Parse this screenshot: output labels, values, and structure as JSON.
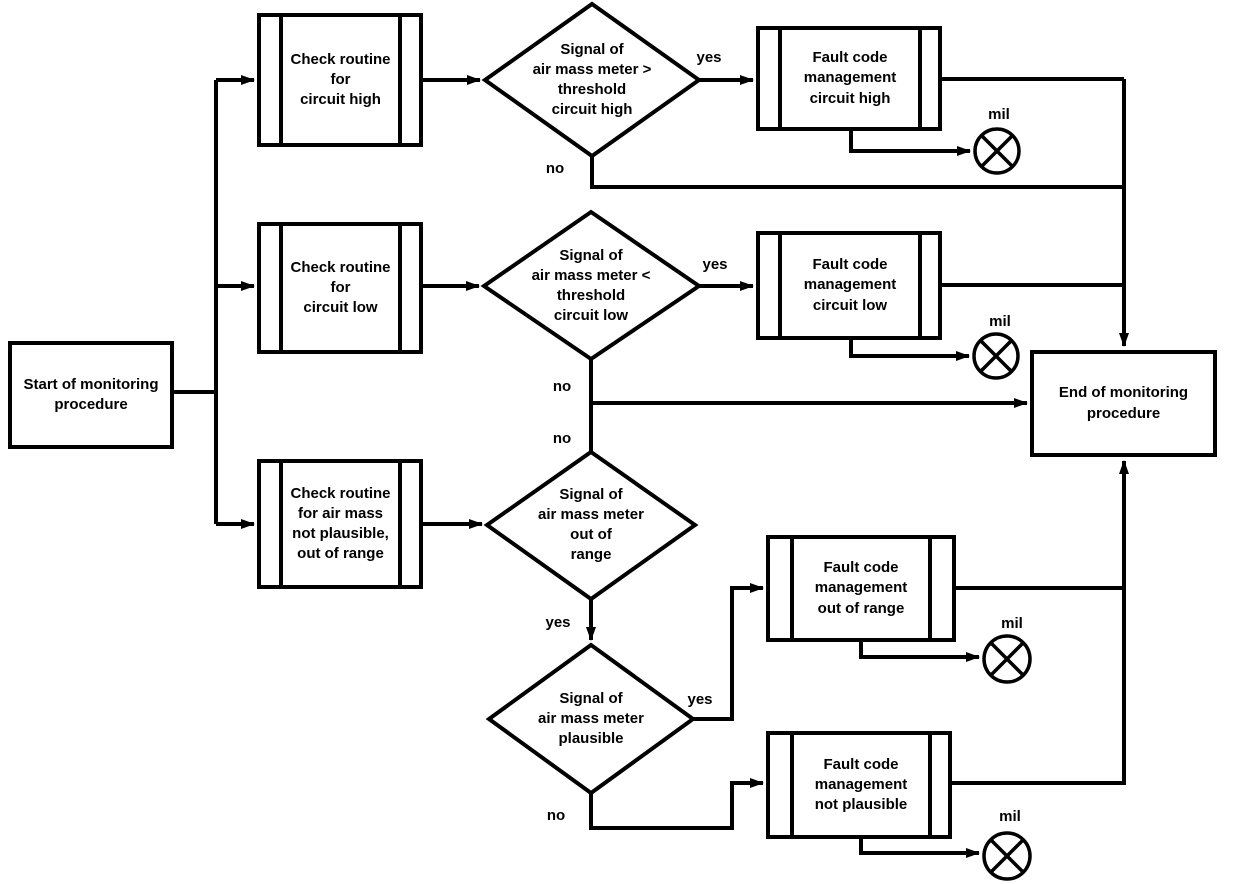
{
  "diagram": {
    "kind": "flowchart",
    "ink_color": "#000000",
    "background_color": "#ffffff"
  },
  "nodes": {
    "start": "Start of monitoring\nprocedure",
    "check_circuit_high": "Check routine\nfor\ncircuit high",
    "check_circuit_low": "Check routine\nfor\ncircuit low",
    "check_plausible_range": "Check routine\nfor air mass\nnot plausible,\nout of range",
    "decision_circuit_high": "Signal of\nair mass meter >\nthreshold\ncircuit high",
    "decision_circuit_low": "Signal of\nair mass meter <\nthreshold\ncircuit low",
    "decision_out_of_range": "Signal of\nair mass meter\nout of\nrange",
    "decision_plausible": "Signal of\nair mass meter\nplausible",
    "fault_circuit_high": "Fault code\nmanagement\ncircuit high",
    "fault_circuit_low": "Fault code\nmanagement\ncircuit low",
    "fault_out_of_range": "Fault code\nmanagement\nout of range",
    "fault_not_plausible": "Fault code\nmanagement\nnot plausible",
    "end": "End of monitoring\nprocedure"
  },
  "edge_labels": {
    "decision_circuit_high_yes": "yes",
    "decision_circuit_high_no": "no",
    "decision_circuit_low_yes": "yes",
    "decision_circuit_low_no": "no",
    "decision_out_of_range_no": "no",
    "decision_out_of_range_yes": "yes",
    "decision_plausible_yes": "yes",
    "decision_plausible_no": "no"
  },
  "mil_labels": [
    "mil",
    "mil",
    "mil",
    "mil"
  ]
}
